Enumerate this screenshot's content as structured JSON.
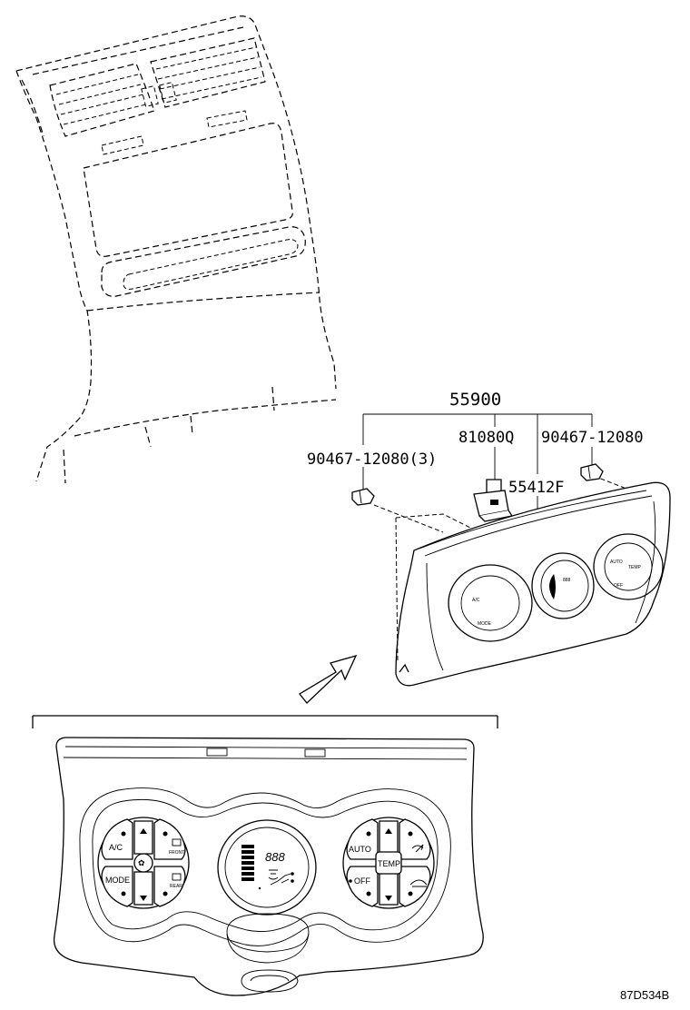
{
  "callouts": {
    "assembly": "55900",
    "screw_left": "90467-12080(3)",
    "connector": "81080Q",
    "screw_right": "90467-12080",
    "panel": "55412F"
  },
  "panel_buttons": {
    "ac": "A/C",
    "mode": "MODE",
    "front": "FRONT",
    "rear": "REAR",
    "auto": "AUTO",
    "temp": "TEMP",
    "off": "OFF",
    "display_digits": "888"
  },
  "small_panel_buttons": {
    "ac": "A/C",
    "mode": "MODE",
    "auto": "AUTO",
    "temp": "TEMP",
    "off": "OFF"
  },
  "diagram_code": "87D534B"
}
